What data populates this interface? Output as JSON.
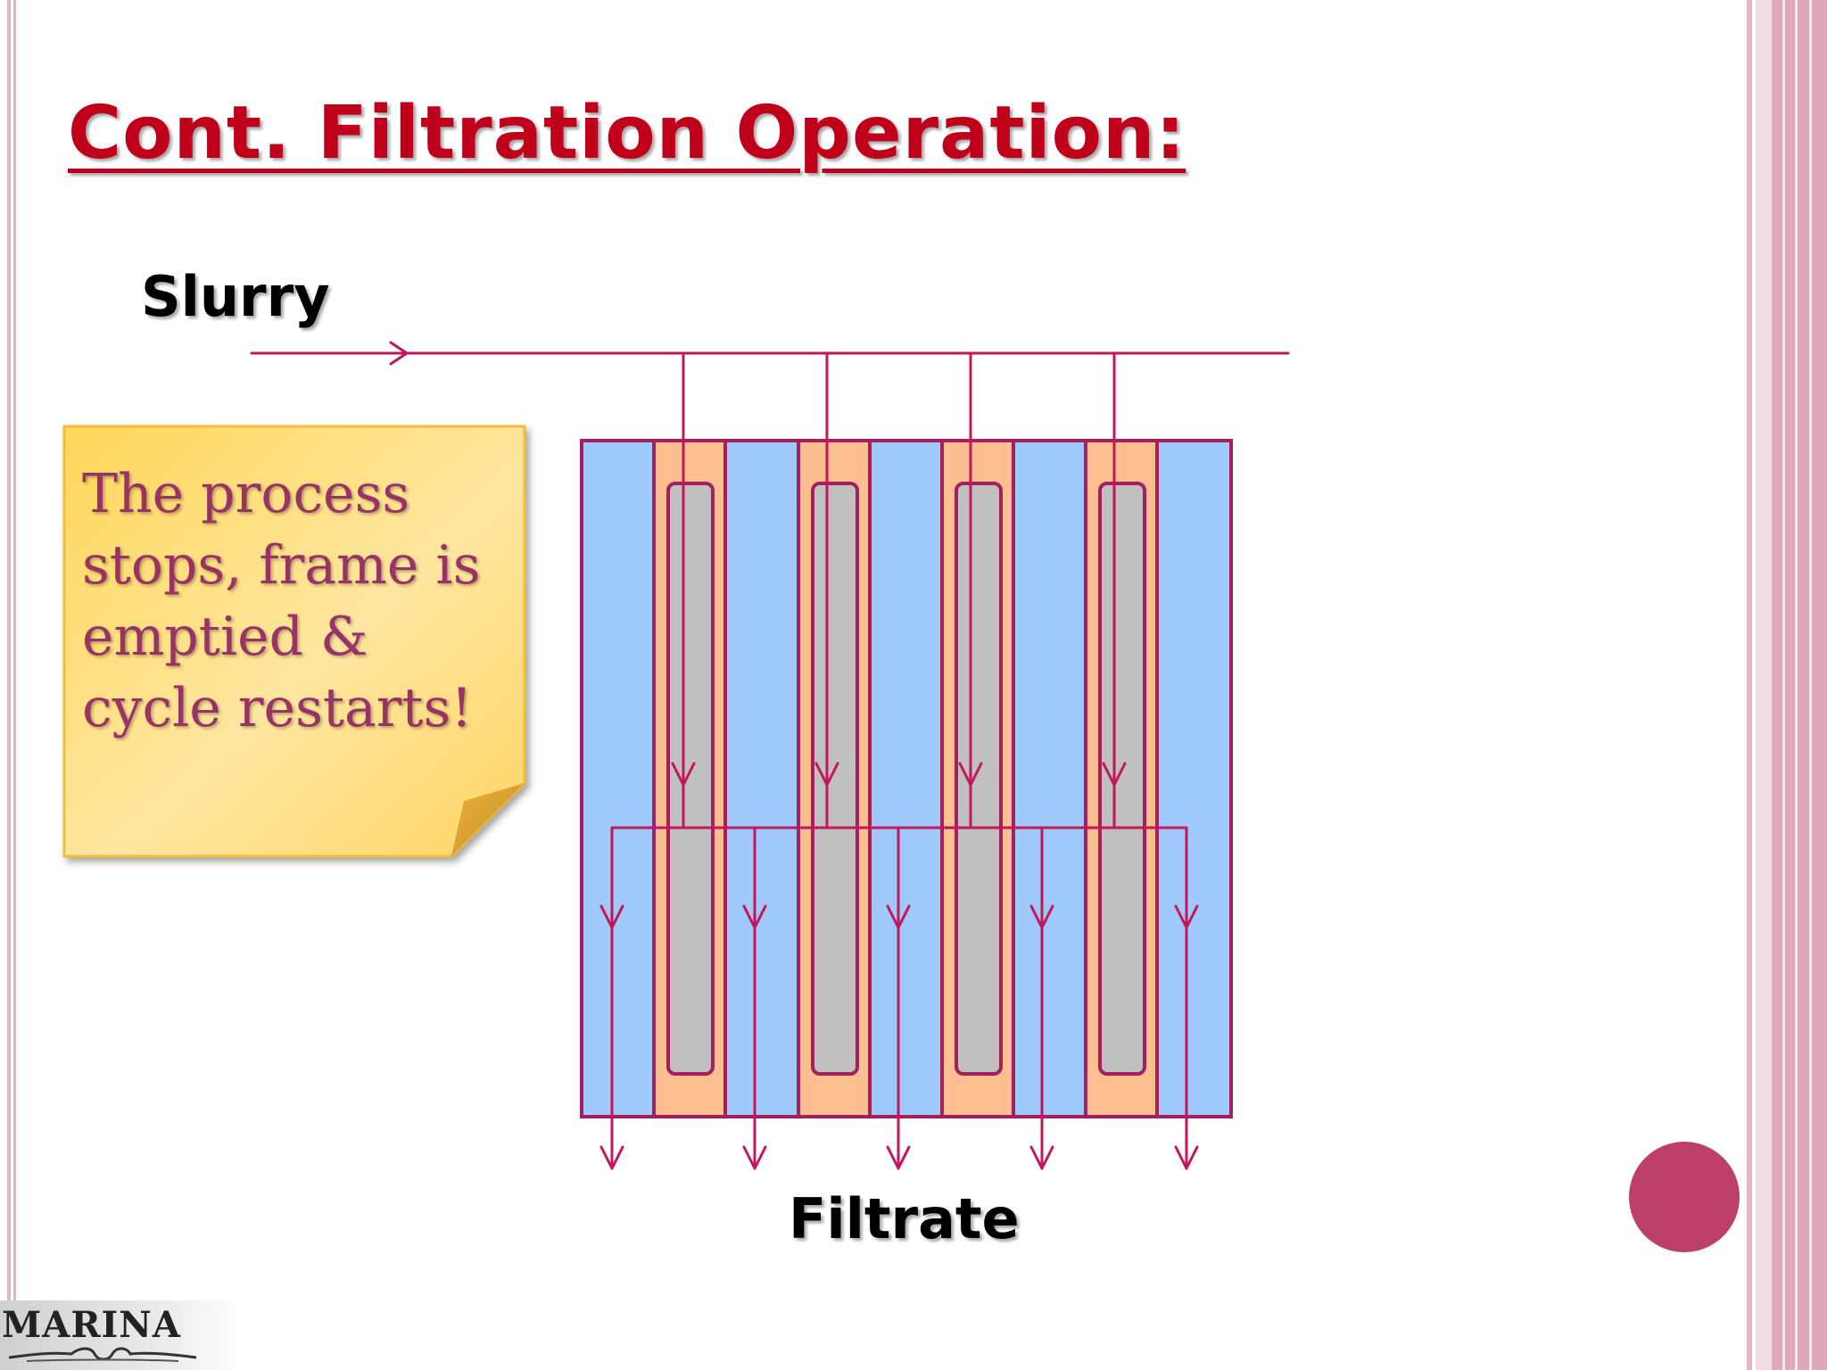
{
  "slide": {
    "title": "Cont. Filtration Operation:",
    "slurry_label": "Slurry",
    "filtrate_label": "Filtrate",
    "note_text": "The process stops, frame is emptied & cycle restarts!",
    "logo_text": "MARINA"
  },
  "diagram": {
    "plates_with_frames": 4,
    "channel_colors": {
      "plate": "#9fc9fb",
      "frame": "#fdbf90",
      "cake": "#c0c0c0",
      "stroke": "#a3205d",
      "flow_line": "#c2185b"
    }
  },
  "colors": {
    "title": "#c0001a",
    "note_fill": "#ffdc6e",
    "note_text": "#993366",
    "accent_dot": "#bb3f68",
    "border_pink": "#e6b3c3"
  }
}
